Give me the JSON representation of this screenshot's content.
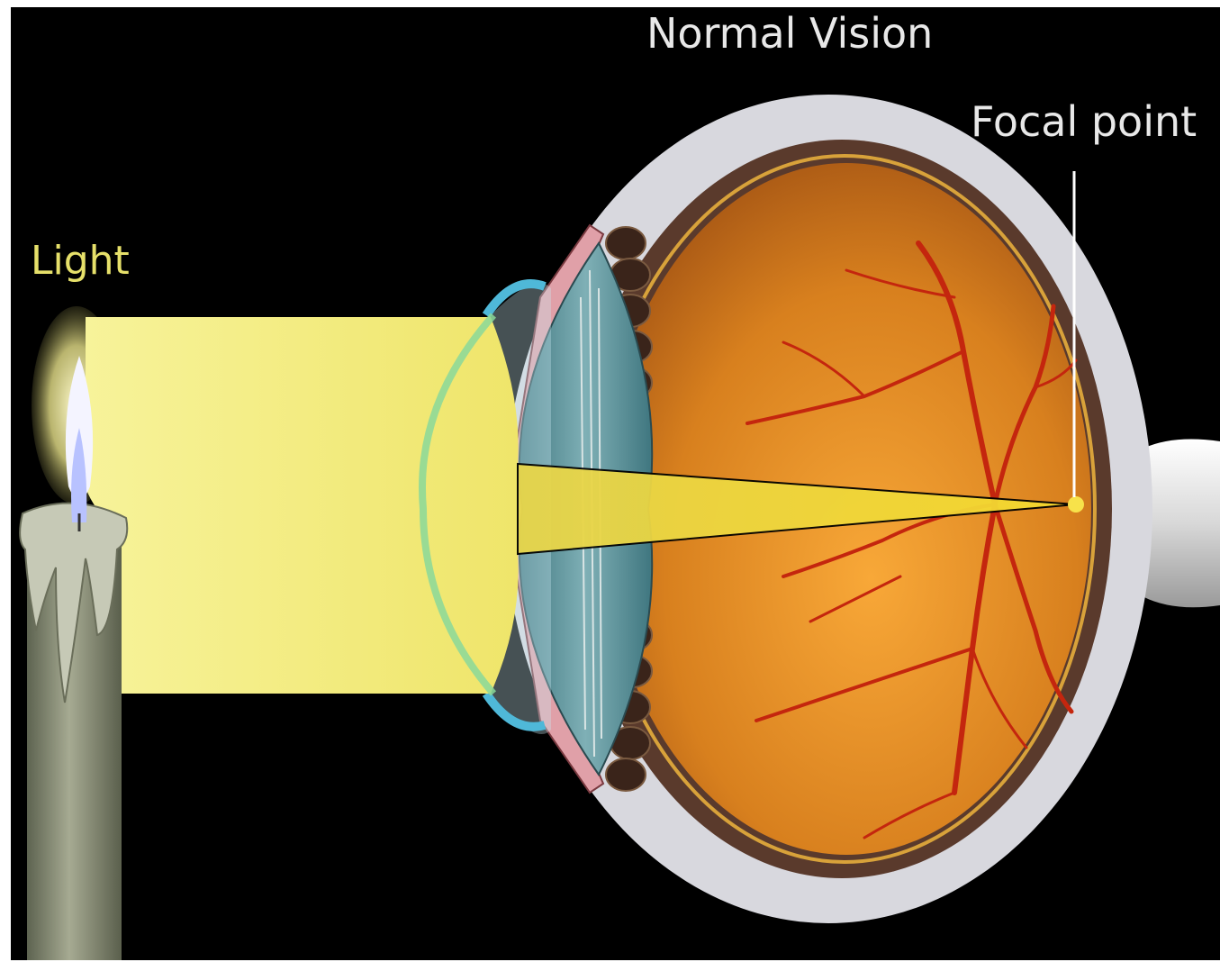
{
  "title": "Normal Vision",
  "labels": {
    "light": "Light",
    "focal_point": "Focal point"
  },
  "colors": {
    "background": "#000000",
    "frame": "#ffffff",
    "light_label": "#e6e06a",
    "text_label": "#e8e8e8",
    "light_beam": "#f4ef7a",
    "cornea": "#4fb8d8",
    "iris": "#e0a0a8",
    "lens": "#5a8f99",
    "sclera": "#d9d9df",
    "choroid": "#5a3a2c",
    "retina": "#d7861f",
    "retina_inner": "#f09a2a",
    "blood_vessel": "#c4260e",
    "focal_point": "#f7e24a",
    "candle_wax": "#8b8f77",
    "flame": "#b8c2ff"
  }
}
